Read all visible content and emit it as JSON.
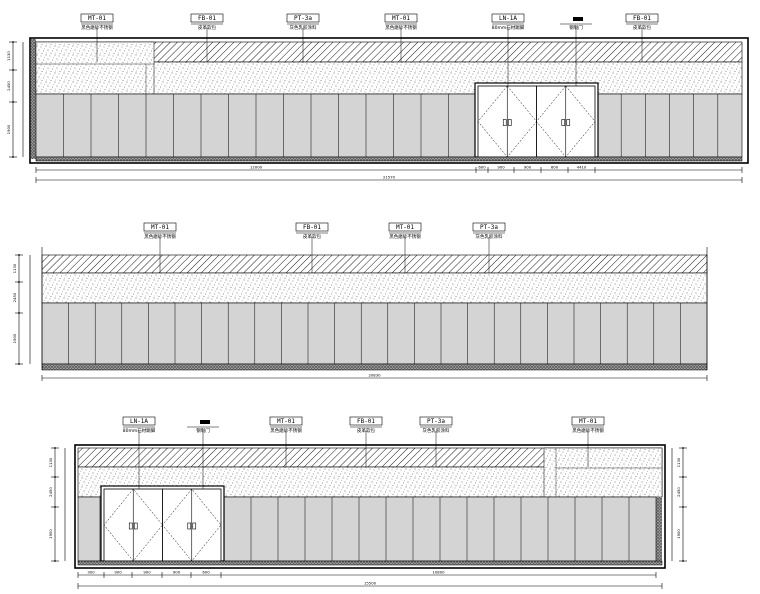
{
  "elevations": [
    {
      "tags": [
        {
          "code": "MT-01",
          "desc": "黑色磨砂不锈钢"
        },
        {
          "code": "FB-01",
          "desc": "皮革软包"
        },
        {
          "code": "PT-3a",
          "desc": "灰色乳胶涂料"
        },
        {
          "code": "MT-01",
          "desc": "黑色磨砂不锈钢"
        },
        {
          "code": "LN-1A",
          "desc": "80mm石材踢脚"
        },
        {
          "code": "",
          "desc": "钢制门"
        },
        {
          "code": "FB-01",
          "desc": "皮革软包"
        }
      ],
      "vdims": [
        "1130",
        "2450",
        "1900"
      ],
      "bottom_dims": [
        "12000",
        "600",
        "900",
        "900",
        "600",
        "4410"
      ],
      "total": "21570"
    },
    {
      "tags": [
        {
          "code": "MT-01",
          "desc": "黑色磨砂不锈钢"
        },
        {
          "code": "FB-01",
          "desc": "皮革软包"
        },
        {
          "code": "MT-01",
          "desc": "黑色磨砂不锈钢"
        },
        {
          "code": "PT-3a",
          "desc": "灰色乳胶涂料"
        }
      ],
      "vdims": [
        "1130",
        "2450",
        "1900"
      ],
      "total": "20830"
    },
    {
      "tags": [
        {
          "code": "LN-1A",
          "desc": "80mm石材踢脚"
        },
        {
          "code": "",
          "desc": "钢制门"
        },
        {
          "code": "MT-01",
          "desc": "黑色磨砂不锈钢"
        },
        {
          "code": "FB-01",
          "desc": "皮革软包"
        },
        {
          "code": "PT-3a",
          "desc": "灰色乳胶涂料"
        },
        {
          "code": "MT-01",
          "desc": "黑色磨砂不锈钢"
        }
      ],
      "vdims": [
        "1130",
        "2450",
        "1900"
      ],
      "bottom_dims": [
        "300",
        "900",
        "900",
        "900",
        "600",
        "10800"
      ],
      "total": "15500",
      "right_vdims": [
        "1130",
        "2450",
        "1900"
      ]
    }
  ],
  "colors": {
    "line": "#000000",
    "panel": "#d4d4d4",
    "stipple": "#6e6e6e",
    "paper": "#ffffff"
  }
}
